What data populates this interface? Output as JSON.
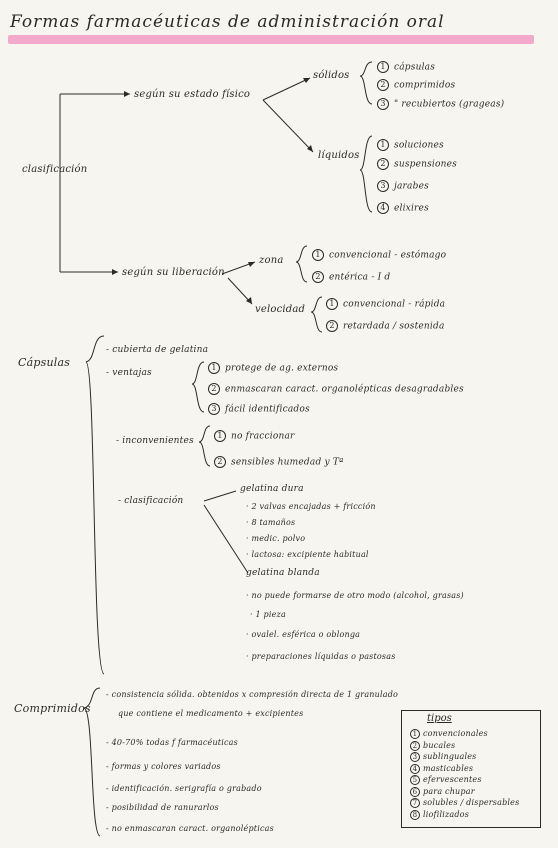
{
  "title": "Formas farmacéuticas de administración oral",
  "tree": {
    "root": "clasificación",
    "estado": {
      "label": "según su estado físico",
      "solidos": {
        "label": "sólidos",
        "items": [
          "cápsulas",
          "comprimidos",
          "\" recubiertos (grageas)"
        ]
      },
      "liquidos": {
        "label": "líquidos",
        "items": [
          "soluciones",
          "suspensiones",
          "jarabes",
          "elixires"
        ]
      }
    },
    "liberacion": {
      "label": "según su liberación",
      "zona": {
        "label": "zona",
        "items": [
          "convencional - estómago",
          "entérica - I d"
        ]
      },
      "velocidad": {
        "label": "velocidad",
        "items": [
          "convencional - rápida",
          "retardada / sostenida"
        ]
      }
    }
  },
  "capsulas": {
    "label": "Cápsulas",
    "cubierta": "- cubierta de gelatina",
    "ventajas_label": "- ventajas",
    "ventajas": [
      "protege de ag. externos",
      "enmascaran caract. organolépticas desagradables",
      "fácil identificados"
    ],
    "inconvenientes_label": "- inconvenientes",
    "inconvenientes": [
      "no fraccionar",
      "sensibles humedad y Tª"
    ],
    "clasificacion_label": "- clasificación",
    "dura_label": "gelatina dura",
    "dura_items": [
      "· 2 valvas encajadas + fricción",
      "· 8 tamaños",
      "· medic. polvo",
      "· lactosa: excipiente habitual"
    ],
    "blanda_label": "gelatina blanda",
    "blanda_items": [
      "· no puede formarse de otro modo (alcohol, grasas)",
      "· 1 pieza",
      "· ovalel. esférica o oblonga",
      "· preparaciones líquidas o pastosas"
    ]
  },
  "comprimidos": {
    "label": "Comprimidos",
    "items": [
      "- consistencia sólida. obtenidos x compresión directa de 1 granulado",
      "que contiene el medicamento + excipientes",
      "- 40-70% todas f farmacéuticas",
      "- formas y colores variados",
      "- identificación. serigrafía o grabado",
      "- posibilidad de ranurarlos",
      "- no enmascaran caract. organolépticas"
    ],
    "tipos_title": "tipos",
    "tipos": [
      "convencionales",
      "bucales",
      "sublinguales",
      "masticables",
      "efervescentes",
      "para chupar",
      "solubles / dispersables",
      "liofilizados"
    ]
  },
  "colors": {
    "highlight": "#f3a9cc",
    "ink": "#2a2a2a",
    "paper": "#f7f5ef"
  }
}
